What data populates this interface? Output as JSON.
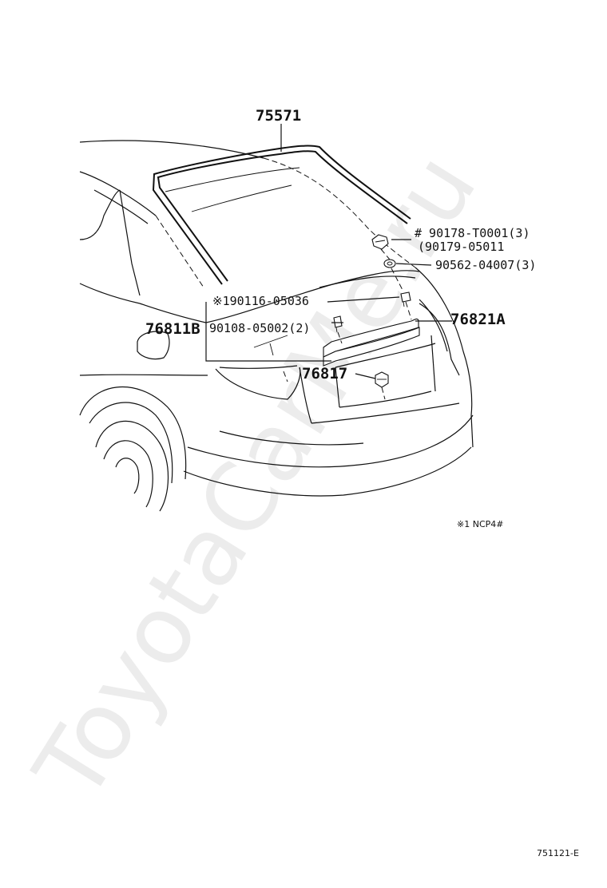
{
  "labels": {
    "trim_seal": "75571",
    "clip_a_line1": "# 90178-T0001(3)",
    "clip_a_line2": "(90179-05011",
    "washer": "90562-04007(3)",
    "screw_note": "※190116-05036",
    "garnish_b": "76811B",
    "bolt": "90108-05002(2)",
    "garnish_a": "76821A",
    "lamp": "76817",
    "footnote": "※1 NCP4#",
    "figure_id": "751121-E"
  },
  "watermark": "ToyotaCarMe.ru"
}
